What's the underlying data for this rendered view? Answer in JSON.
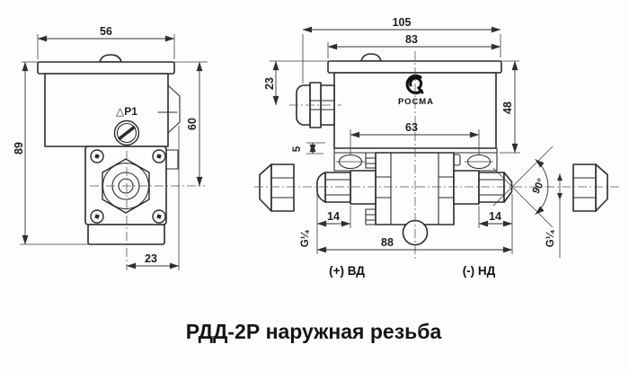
{
  "caption": "РДД-2Р наружная резьба",
  "brand": {
    "name": "РОСМА"
  },
  "left_view": {
    "labels": {
      "adjust": "△P1"
    },
    "dims": {
      "width": "56",
      "overall_height": "89",
      "body_height": "60",
      "port_offset": "23"
    }
  },
  "right_view": {
    "labels": {
      "thread_left": "G¼",
      "thread_right": "G¼",
      "port_positive": "(+) ВД",
      "port_negative": "(-) НД"
    },
    "dims": {
      "overall_width": "105",
      "lid_width": "83",
      "gland_axis": "23",
      "body_height": "48",
      "slot_spacing": "63",
      "bracket_gap": "5",
      "left_fitting": "14",
      "right_fitting": "14",
      "port_span": "88",
      "cone_angle": "90°"
    }
  },
  "colors": {
    "line": "#2b2b2b",
    "dimension": "#333333",
    "background": "#fdfdfd"
  }
}
